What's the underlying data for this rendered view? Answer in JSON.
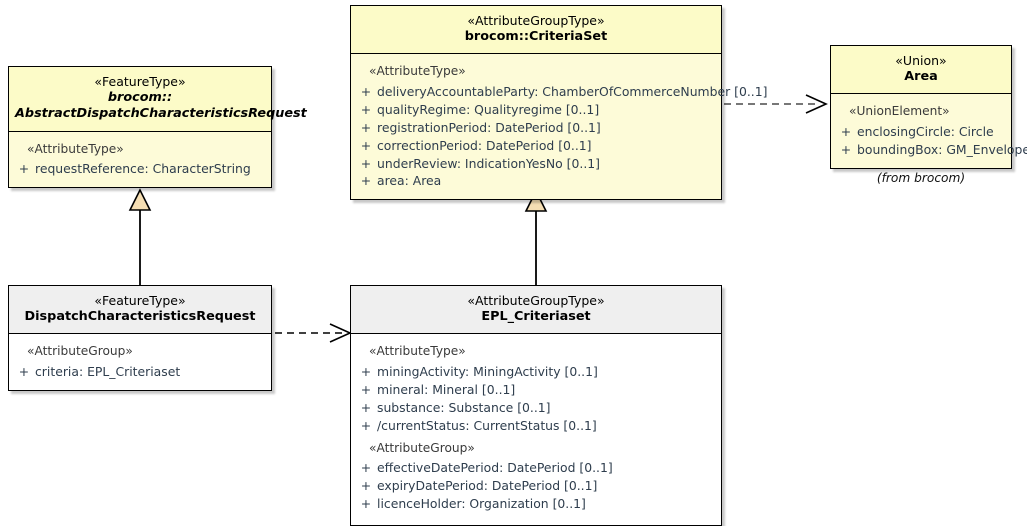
{
  "diagram": {
    "type": "uml-class-diagram",
    "background": "#ffffff",
    "colors": {
      "external_fill": "#FDFBD8",
      "external_header": "#FCFBC8",
      "local_header": "#EFEFEF",
      "local_fill": "#FFFFFF",
      "border": "#000000",
      "attribute_text": "#2E3D4D",
      "generalization_arrow_fill": "#F5DEB3"
    }
  },
  "classes": {
    "abstract_dispatch": {
      "stereotype": "«FeatureType»",
      "name_line1": "brocom::",
      "name_line2": "AbstractDispatchCharacteristicsRequest",
      "abstract": true,
      "compartments": [
        {
          "group": "«AttributeType»",
          "attributes": [
            {
              "visibility": "+",
              "text": "requestReference: CharacterString"
            }
          ]
        }
      ]
    },
    "criteria_set": {
      "stereotype": "«AttributeGroupType»",
      "name": "brocom::CriteriaSet",
      "abstract": false,
      "compartments": [
        {
          "group": "«AttributeType»",
          "attributes": [
            {
              "visibility": "+",
              "text": "deliveryAccountableParty: ChamberOfCommerceNumber [0..1]"
            },
            {
              "visibility": "+",
              "text": "qualityRegime: Qualityregime [0..1]"
            },
            {
              "visibility": "+",
              "text": "registrationPeriod: DatePeriod [0..1]"
            },
            {
              "visibility": "+",
              "text": "correctionPeriod: DatePeriod [0..1]"
            },
            {
              "visibility": "+",
              "text": "underReview: IndicationYesNo [0..1]"
            },
            {
              "visibility": "+",
              "text": "area: Area"
            }
          ]
        }
      ]
    },
    "area_union": {
      "stereotype": "«Union»",
      "name": "Area",
      "abstract": false,
      "note": "(from brocom)",
      "compartments": [
        {
          "group": "«UnionElement»",
          "attributes": [
            {
              "visibility": "+",
              "text": "enclosingCircle: Circle"
            },
            {
              "visibility": "+",
              "text": "boundingBox: GM_Envelope"
            }
          ]
        }
      ]
    },
    "dispatch_request": {
      "stereotype": "«FeatureType»",
      "name": "DispatchCharacteristicsRequest",
      "abstract": false,
      "compartments": [
        {
          "group": "«AttributeGroup»",
          "attributes": [
            {
              "visibility": "+",
              "text": "criteria: EPL_Criteriaset"
            }
          ]
        }
      ]
    },
    "epl_criteriaset": {
      "stereotype": "«AttributeGroupType»",
      "name": "EPL_Criteriaset",
      "abstract": false,
      "compartments": [
        {
          "group": "«AttributeType»",
          "attributes": [
            {
              "visibility": "+",
              "text": "miningActivity: MiningActivity [0..1]"
            },
            {
              "visibility": "+",
              "text": "mineral: Mineral [0..1]"
            },
            {
              "visibility": "+",
              "text": "substance: Substance [0..1]"
            },
            {
              "visibility": "+",
              "text": "/currentStatus: CurrentStatus [0..1]"
            }
          ]
        },
        {
          "group": "«AttributeGroup»",
          "attributes": [
            {
              "visibility": "+",
              "text": "effectiveDatePeriod: DatePeriod [0..1]"
            },
            {
              "visibility": "+",
              "text": "expiryDatePeriod: DatePeriod [0..1]"
            },
            {
              "visibility": "+",
              "text": "licenceHolder: Organization [0..1]"
            }
          ]
        }
      ]
    }
  },
  "relationships": [
    {
      "kind": "generalization",
      "source": "dispatch_request",
      "target": "abstract_dispatch"
    },
    {
      "kind": "generalization",
      "source": "epl_criteriaset",
      "target": "criteria_set"
    },
    {
      "kind": "dependency",
      "source": "criteria_set",
      "target": "area_union"
    },
    {
      "kind": "dependency",
      "source": "dispatch_request",
      "target": "epl_criteriaset"
    }
  ]
}
